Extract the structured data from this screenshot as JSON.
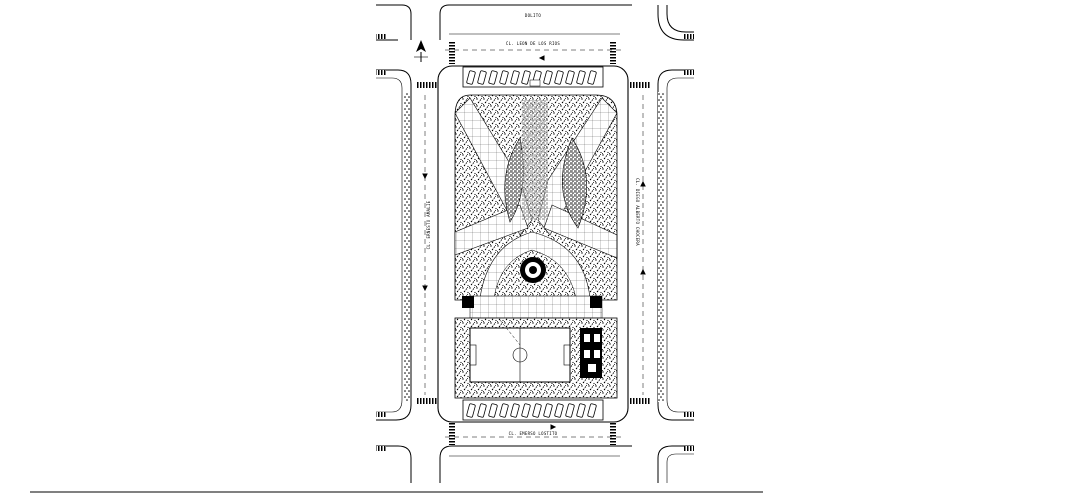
{
  "drawing": {
    "street_top_building": "DOLITO",
    "street_north": "CL. LEON DE LOS RIOS",
    "street_south": "CL. EMERSO LOSTITO",
    "street_west": "CL. ERNESTO AMALIE",
    "street_east": "CL. DIEGO ALBERTO CHOCERA"
  },
  "colors": {
    "line": "#000000",
    "background": "#ffffff"
  }
}
